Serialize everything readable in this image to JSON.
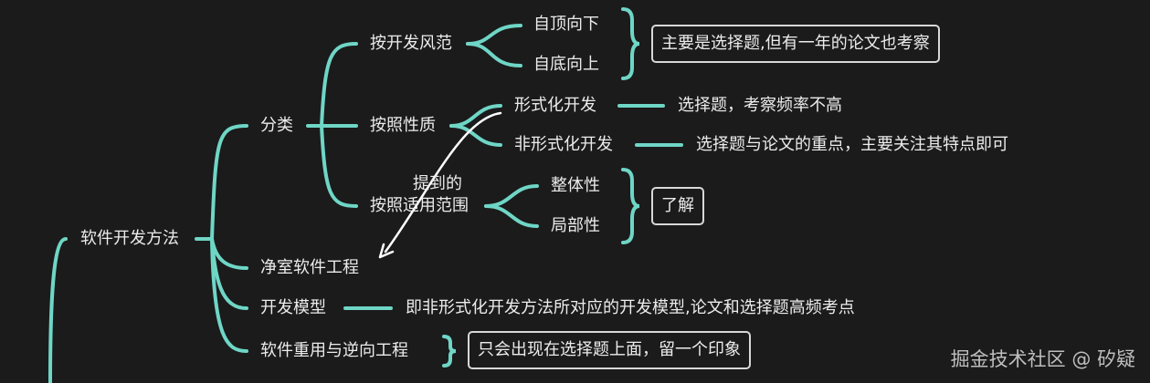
{
  "root": "软件开发方法",
  "branches": {
    "classification": "分类",
    "cleanroom": "净室软件工程",
    "dev_model": "开发模型",
    "reuse": "软件重用与逆向工程"
  },
  "classification": {
    "style": "按开发风范",
    "nature": "按照性质",
    "scope": "按照适用范围"
  },
  "style_items": [
    "自顶向下",
    "自底向上"
  ],
  "nature_items": [
    "形式化开发",
    "非形式化开发"
  ],
  "scope_items": [
    "整体性",
    "局部性"
  ],
  "notes": {
    "style": "主要是选择题,但有一年的论文也考察",
    "formal": "选择题，考察频率不高",
    "informal": "选择题与论文的重点，主要关注其特点即可",
    "scope": "了解",
    "dev_model": "即非形式化开发方法所对应的开发模型,论文和选择题高频考点",
    "reuse": "只会出现在选择题上面，留一个印象"
  },
  "annotation": "提到的",
  "watermark": "掘金技术社区 @ 矽疑",
  "colors": {
    "background": "#1b1b1b",
    "link": "#6fd6c6",
    "text": "#ececec",
    "box_border": "#d8d8d8",
    "arrow": "#ffffff"
  }
}
